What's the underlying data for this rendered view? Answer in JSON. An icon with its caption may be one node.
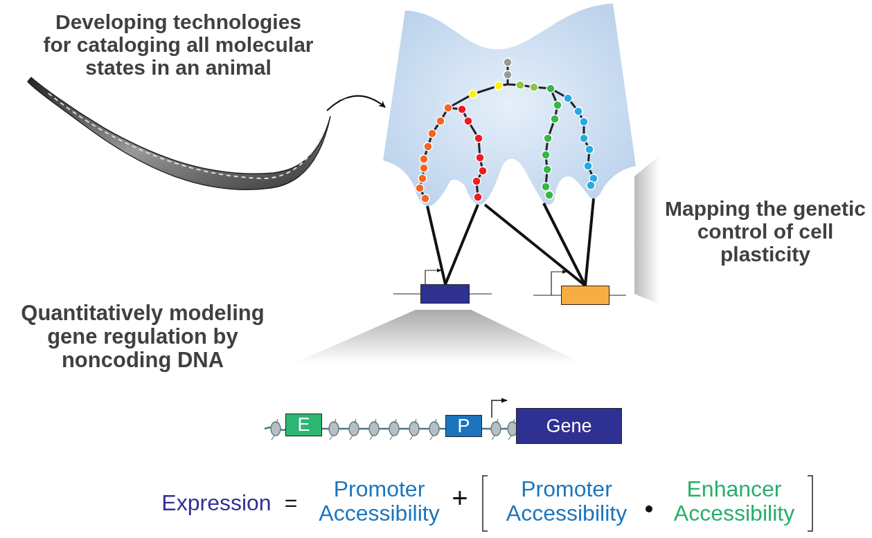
{
  "diagram": {
    "nodes": [
      {
        "text": [],
        "shape": "picture"
      },
      {
        "text": [],
        "shape": "picture"
      },
      {
        "text": [],
        "shape": "box"
      },
      {
        "text": [],
        "shape": "box"
      },
      {
        "text": [
          "E"
        ]
      },
      {
        "text": [
          "P"
        ]
      },
      {
        "text": [
          "Gene"
        ]
      },
      {
        "text": [],
        "shape": "wedge"
      },
      {
        "text": [],
        "shape": "wedge"
      }
    ],
    "edges": [
      {
        "from": 0,
        "to": 1,
        "arrow": "to"
      },
      {
        "from": 1,
        "to": 2,
        "arrow": "none"
      },
      {
        "from": 1,
        "to": 2,
        "arrow": "none"
      },
      {
        "from": 1,
        "to": 3,
        "arrow": "none"
      },
      {
        "from": 1,
        "to": 3,
        "arrow": "none"
      },
      {
        "from": 1,
        "to": 3,
        "arrow": "none"
      },
      {
        "from": 4,
        "to": 5,
        "arrow": "none",
        "color": "#4d7680"
      },
      {
        "from": 5,
        "to": 6,
        "arrow": "none",
        "color": "#4d7680"
      }
    ],
    "labels": [
      "Developing technologies for cataloging all molecular states in an animal",
      "Mapping the genetic control of cell plasticity",
      "Quantitatively modeling gene regulation by noncoding DNA",
      "Expression",
      "=",
      "Promoter Accessibility",
      "+",
      "Promoter Accessibility",
      "Enhancer Accessibility"
    ]
  }
}
